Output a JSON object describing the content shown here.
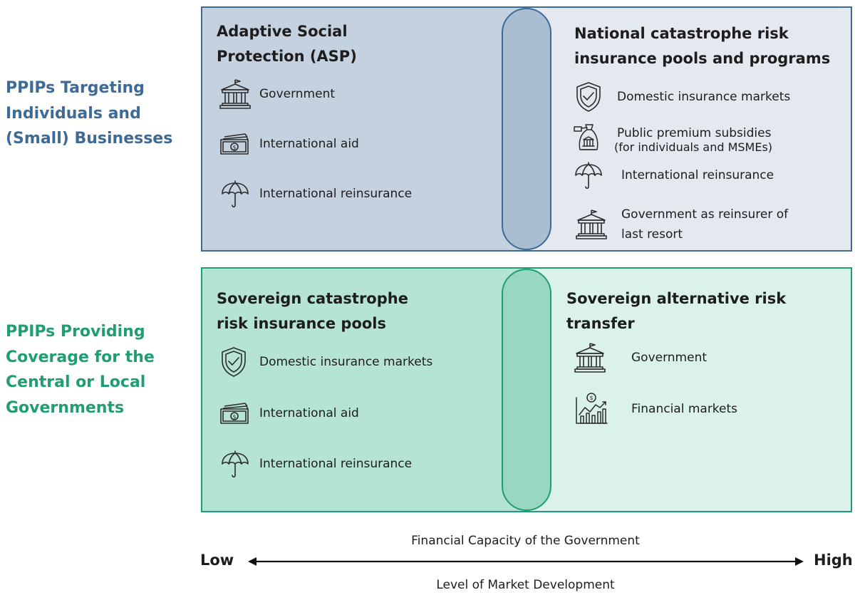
{
  "rows": {
    "top_label": "PPIPs Targeting Individuals and (Small) Businesses",
    "bottom_label": "PPIPs Providing Coverage for the Central or Local Governments"
  },
  "panels": {
    "asp": {
      "title": "Adaptive Social Protection (ASP)",
      "items": [
        {
          "label": "Government",
          "icon": "government-building-icon"
        },
        {
          "label": "International aid",
          "icon": "banknote-icon"
        },
        {
          "label": "International reinsurance",
          "icon": "umbrella-icon"
        }
      ]
    },
    "national_pools": {
      "title": "National catastrophe risk insurance pools and programs",
      "items": [
        {
          "label": "Domestic insurance markets",
          "icon": "shield-check-icon"
        },
        {
          "label": "Public premium subsidies",
          "sub": "(for individuals and MSMEs)",
          "icon": "subsidy-icon"
        },
        {
          "label": "International reinsurance",
          "icon": "umbrella-icon"
        },
        {
          "label": "Government as reinsurer of last resort",
          "icon": "government-building-icon"
        }
      ]
    },
    "sovereign_pools": {
      "title": "Sovereign catastrophe risk insurance pools",
      "items": [
        {
          "label": "Domestic insurance markets",
          "icon": "shield-check-icon"
        },
        {
          "label": "International aid",
          "icon": "banknote-icon"
        },
        {
          "label": "International reinsurance",
          "icon": "umbrella-icon"
        }
      ]
    },
    "sovereign_art": {
      "title": "Sovereign alternative risk transfer",
      "items": [
        {
          "label": "Government",
          "icon": "government-building-icon"
        },
        {
          "label": "Financial markets",
          "icon": "financial-chart-icon"
        }
      ]
    }
  },
  "axis": {
    "top_label": "Financial Capacity of the Government",
    "bottom_label": "Level of Market Development",
    "low": "Low",
    "high": "High"
  },
  "colors": {
    "blue": "#3e6a95",
    "green": "#1f9e72"
  }
}
